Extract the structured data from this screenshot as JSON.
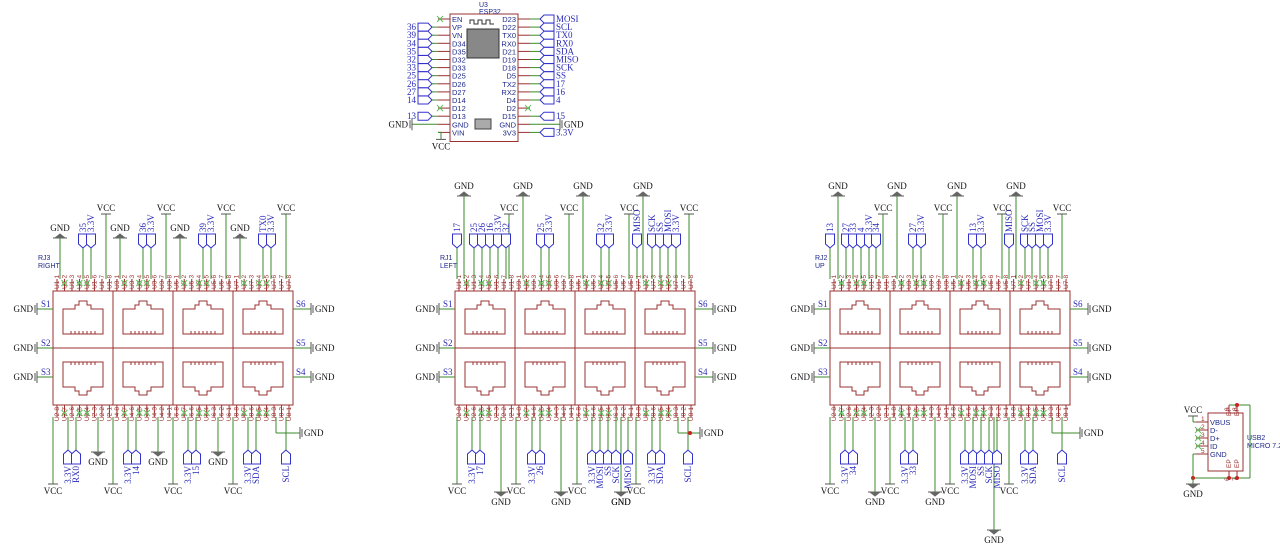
{
  "esp32": {
    "ref": "U3",
    "value": "ESP32",
    "left_pins": [
      {
        "pin": "EN",
        "net": null,
        "nc": true
      },
      {
        "pin": "VP",
        "net": "36"
      },
      {
        "pin": "VN",
        "net": "39"
      },
      {
        "pin": "D34",
        "net": "34"
      },
      {
        "pin": "D35",
        "net": "35"
      },
      {
        "pin": "D32",
        "net": "32"
      },
      {
        "pin": "D33",
        "net": "33"
      },
      {
        "pin": "D25",
        "net": "25"
      },
      {
        "pin": "D26",
        "net": "26"
      },
      {
        "pin": "D27",
        "net": "27"
      },
      {
        "pin": "D14",
        "net": "14"
      },
      {
        "pin": "D12",
        "net": null,
        "nc": true
      },
      {
        "pin": "D13",
        "net": "13"
      },
      {
        "pin": "GND",
        "net": "GND",
        "power": true
      },
      {
        "pin": "VIN",
        "net": "VCC",
        "power": true
      }
    ],
    "right_pins": [
      {
        "pin": "D23",
        "net": "MOSI"
      },
      {
        "pin": "D22",
        "net": "SCL"
      },
      {
        "pin": "TX0",
        "net": "TX0"
      },
      {
        "pin": "RX0",
        "net": "RX0"
      },
      {
        "pin": "D21",
        "net": "SDA"
      },
      {
        "pin": "D19",
        "net": "MISO"
      },
      {
        "pin": "D18",
        "net": "SCK"
      },
      {
        "pin": "D5",
        "net": "SS"
      },
      {
        "pin": "TX2",
        "net": "17"
      },
      {
        "pin": "RX2",
        "net": "16"
      },
      {
        "pin": "D4",
        "net": "4"
      },
      {
        "pin": "D2",
        "net": null,
        "nc": true
      },
      {
        "pin": "D15",
        "net": "15"
      },
      {
        "pin": "GND",
        "net": "GND",
        "power": true
      },
      {
        "pin": "3V3",
        "net": "3.3V"
      }
    ]
  },
  "rj_blocks": [
    {
      "ref": "RJ3",
      "value": "RIGHT",
      "top_gnd": "GND",
      "top_vcc": "VCC",
      "top_groups": [
        {
          "labels": [
            "35",
            "3.3V"
          ]
        },
        {
          "labels": [
            "36",
            "3.3V"
          ]
        },
        {
          "labels": [
            "39",
            "3.3V"
          ]
        },
        {
          "labels": [
            "TX0",
            "3.3V"
          ]
        }
      ],
      "bottom_groups": [
        {
          "labels": [
            "3.3V",
            "RX0"
          ]
        },
        {
          "labels": [
            "3.3V",
            "14"
          ]
        },
        {
          "labels": [
            "3.3V",
            "15"
          ]
        },
        {
          "labels": [
            "3.3V",
            "SDA"
          ]
        }
      ],
      "bottom_single": "SCL",
      "shield_left": [
        "S1",
        "S2",
        "S3"
      ],
      "shield_right": [
        "S6",
        "S5",
        "S4"
      ],
      "gnd": "GND",
      "vcc": "VCC"
    },
    {
      "ref": "RJ1",
      "value": "LEFT",
      "top_gnd": "GND",
      "top_vcc": "VCC",
      "top_groups": [
        {
          "labels": [
            "17"
          ]
        },
        {
          "labels": [
            "25",
            "26",
            "16",
            "3.3V",
            "32"
          ]
        },
        {
          "labels": [
            "25",
            "3.3V"
          ]
        },
        {
          "labels": [
            "32",
            "3.3V"
          ]
        },
        {
          "labels": [
            "MISO"
          ]
        },
        {
          "labels": [
            "SCK",
            "SS",
            "MOSI",
            "3.3V"
          ]
        }
      ],
      "bottom_groups": [
        {
          "labels": [
            "3.3V",
            "17"
          ]
        },
        {
          "labels": [
            "3.3V",
            "26"
          ]
        },
        {
          "labels": [
            "3.3V",
            "MOSI",
            "SS",
            "SCK"
          ]
        },
        {
          "labels": [
            "MISO"
          ]
        },
        {
          "labels": [
            "3.3V",
            "SDA"
          ]
        }
      ],
      "bottom_single": "SCL",
      "shield_left": [
        "S1",
        "S2",
        "S3"
      ],
      "shield_right": [
        "S6",
        "S5",
        "S4"
      ],
      "gnd": "GND",
      "vcc": "VCC"
    },
    {
      "ref": "RJ2",
      "value": "UP",
      "top_gnd": "GND",
      "top_vcc": "VCC",
      "top_groups": [
        {
          "labels": [
            "13"
          ]
        },
        {
          "labels": [
            "27",
            "33",
            "4",
            "3.3V",
            "34"
          ]
        },
        {
          "labels": [
            "27",
            "3.3V"
          ]
        },
        {
          "labels": [
            "13",
            "3.3V"
          ]
        },
        {
          "labels": [
            "MISO"
          ]
        },
        {
          "labels": [
            "SCK",
            "SS",
            "MOSI",
            "3.3V"
          ]
        }
      ],
      "bottom_groups": [
        {
          "labels": [
            "3.3V",
            "34"
          ]
        },
        {
          "labels": [
            "3.3V",
            "33"
          ]
        },
        {
          "labels": [
            "3.3V",
            "MOSI",
            "SS",
            "SCK"
          ]
        },
        {
          "labels": [
            "MISO"
          ]
        },
        {
          "labels": [
            "3.3V",
            "SDA"
          ]
        }
      ],
      "bottom_single": "SCL",
      "shield_left": [
        "S1",
        "S2",
        "S3"
      ],
      "shield_right": [
        "S6",
        "S5",
        "S4"
      ],
      "gnd": "GND",
      "vcc": "VCC"
    }
  ],
  "usb": {
    "ref": "USB2",
    "value": "MICRO 7.2",
    "pins": [
      {
        "num": "1",
        "name": "VBUS",
        "net": "VCC"
      },
      {
        "num": "2",
        "name": "D-",
        "nc": true
      },
      {
        "num": "3",
        "name": "D+",
        "nc": true
      },
      {
        "num": "4",
        "name": "ID",
        "nc": true
      },
      {
        "num": "5",
        "name": "GND",
        "net": "GND"
      }
    ],
    "ep_pins": [
      "6",
      "7",
      "8",
      "9"
    ],
    "ep_label": "EP"
  },
  "power": {
    "gnd": "GND",
    "vcc": "VCC"
  }
}
